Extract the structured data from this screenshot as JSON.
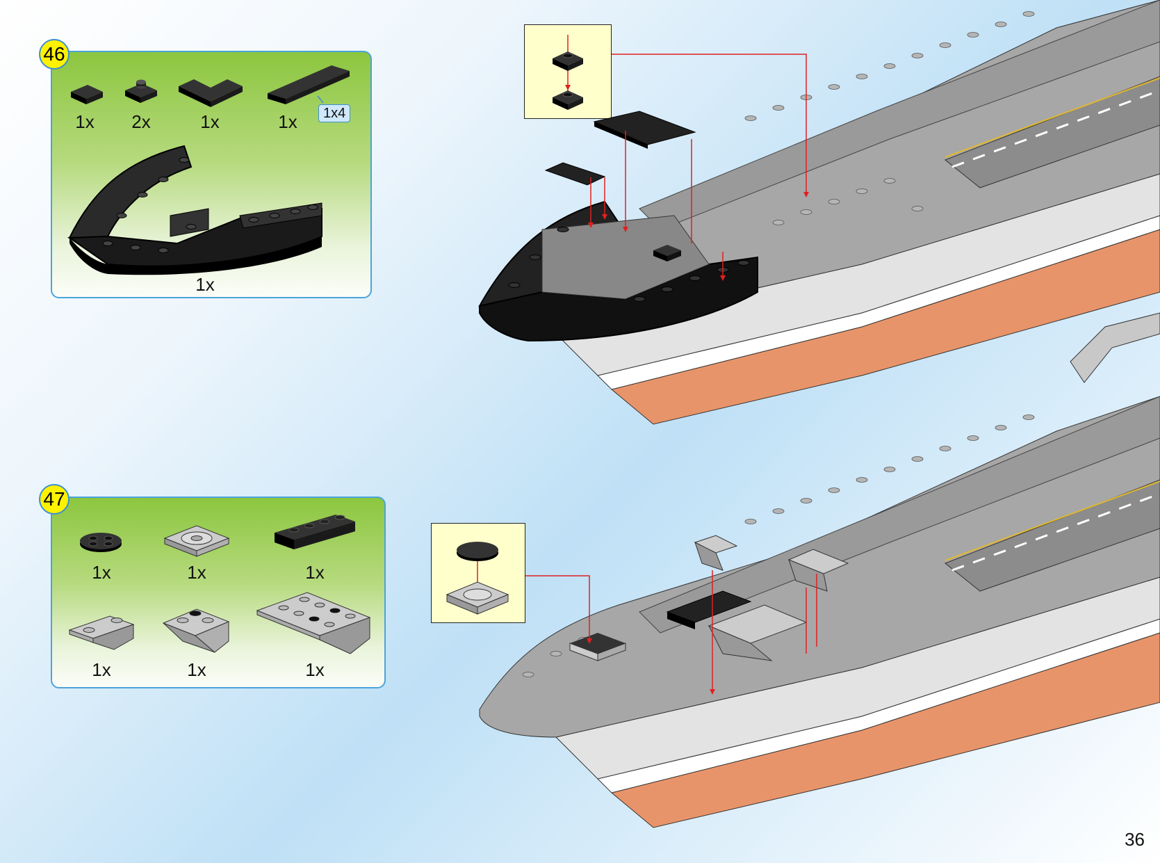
{
  "page": {
    "number": "36"
  },
  "steps": [
    {
      "number": "46",
      "parts": [
        {
          "icon": "plate-1x2-black",
          "qty": "1x"
        },
        {
          "icon": "plate-round-2x2-black",
          "qty": "2x"
        },
        {
          "icon": "plate-corner-black",
          "qty": "1x"
        },
        {
          "icon": "plate-1x4-black",
          "qty": "1x",
          "size": "1x4"
        },
        {
          "icon": "bow-piece-black",
          "qty": "1x"
        }
      ]
    },
    {
      "number": "47",
      "parts": [
        {
          "icon": "plate-round-2x2-black",
          "qty": "1x"
        },
        {
          "icon": "turntable-2x2-gray",
          "qty": "1x"
        },
        {
          "icon": "plate-1x4-black",
          "qty": "1x"
        },
        {
          "icon": "slope-inverted-1x2-gray",
          "qty": "1x"
        },
        {
          "icon": "slope-inverted-2x2-gray",
          "qty": "1x"
        },
        {
          "icon": "slope-inverted-4x2-gray",
          "qty": "1x"
        }
      ]
    }
  ],
  "colors": {
    "accent": "#4aa3dc",
    "badge": "#fff200",
    "panel": "#8cc63f",
    "brick_black": "#111111",
    "brick_gray": "#8a8a8a",
    "hull_orange": "#e8946a",
    "callout": "#ffffcc",
    "arrow": "#e02020"
  }
}
